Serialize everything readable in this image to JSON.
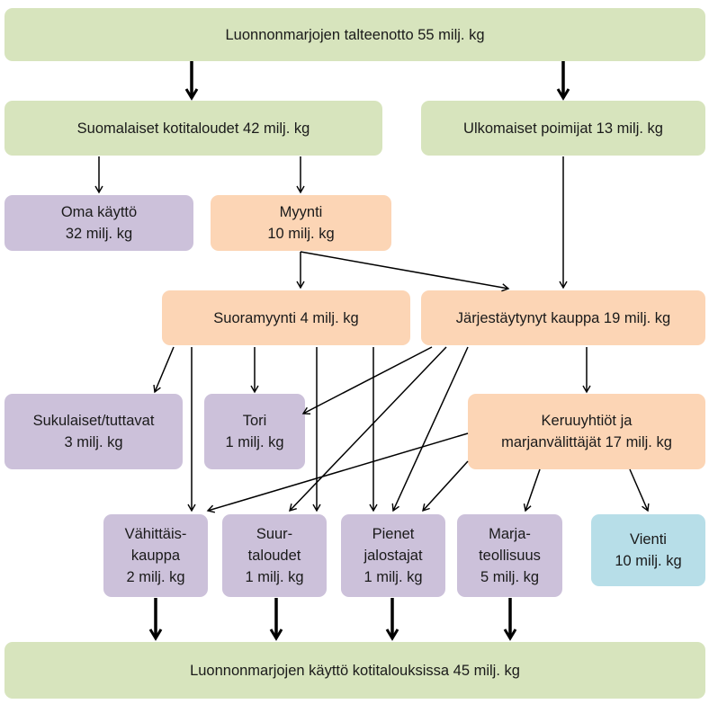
{
  "nodes": {
    "harvest": {
      "line1": "Luonnonmarjojen talteenotto 55 milj. kg",
      "line2": "",
      "line3": ""
    },
    "domestic": {
      "line1": "Suomalaiset kotitaloudet 42 milj. kg",
      "line2": "",
      "line3": ""
    },
    "foreign": {
      "line1": "Ulkomaiset poimijat 13 milj. kg",
      "line2": "",
      "line3": ""
    },
    "own_use": {
      "line1": "Oma käyttö",
      "line2": "32 milj. kg",
      "line3": ""
    },
    "sales": {
      "line1": "Myynti",
      "line2": "10 milj. kg",
      "line3": ""
    },
    "direct_sales": {
      "line1": "Suoramyynti 4 milj. kg",
      "line2": "",
      "line3": ""
    },
    "organized_trade": {
      "line1": "Järjestäytynyt kauppa 19 milj. kg",
      "line2": "",
      "line3": ""
    },
    "relatives": {
      "line1": "Sukulaiset/tuttavat",
      "line2": "3 milj. kg",
      "line3": ""
    },
    "market": {
      "line1": "Tori",
      "line2": "1 milj. kg",
      "line3": ""
    },
    "collectors": {
      "line1": "Keruuyhtiöt ja",
      "line2": "marjanvälittäjät 17 milj. kg",
      "line3": ""
    },
    "retail": {
      "line1": "Vähittäis-",
      "line2": "kauppa",
      "line3": "2 milj. kg"
    },
    "large_households": {
      "line1": "Suur-",
      "line2": "taloudet",
      "line3": "1 milj. kg"
    },
    "small_processors": {
      "line1": "Pienet",
      "line2": "jalostajat",
      "line3": "1 milj. kg"
    },
    "berry_industry": {
      "line1": "Marja-",
      "line2": "teollisuus",
      "line3": "5 milj. kg"
    },
    "export": {
      "line1": "Vienti",
      "line2": "10 milj. kg",
      "line3": ""
    },
    "household_use": {
      "line1": "Luonnonmarjojen käyttö kotitalouksissa 45 milj. kg",
      "line2": "",
      "line3": ""
    }
  },
  "colors": {
    "green": "#d7e4bd",
    "purple": "#ccc1da",
    "orange": "#fcd5b5",
    "blue": "#b7dee8",
    "arrow": "#000000"
  }
}
